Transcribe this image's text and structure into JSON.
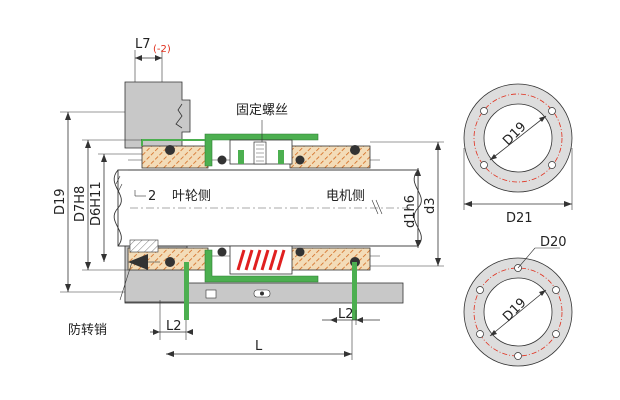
{
  "labels": {
    "l7": "L7",
    "l7_tol": "(-2)",
    "set_screw": "固定螺丝",
    "impeller_side": "叶轮侧",
    "motor_side": "电机侧",
    "anti_rotation_pin": "防转销",
    "point_2": "2",
    "d19": "D19",
    "d7h8": "D7H8",
    "d6h11": "D6H11",
    "d1h6": "d1h6",
    "d3": "d3",
    "l2_left": "L2",
    "l2_right": "L2",
    "l": "L",
    "d21": "D21",
    "d19_top": "D19",
    "d20": "D20",
    "d19_bottom": "D19"
  },
  "colors": {
    "seal_face": "#f3dcb8",
    "seal_hatch": "#d2691e",
    "metal_green": "#4caf50",
    "housing_gray": "#c8c8c8",
    "spring_red": "#e02020",
    "bolt_circle_red": "#e0301e",
    "tolerance_red": "#e0301e"
  }
}
